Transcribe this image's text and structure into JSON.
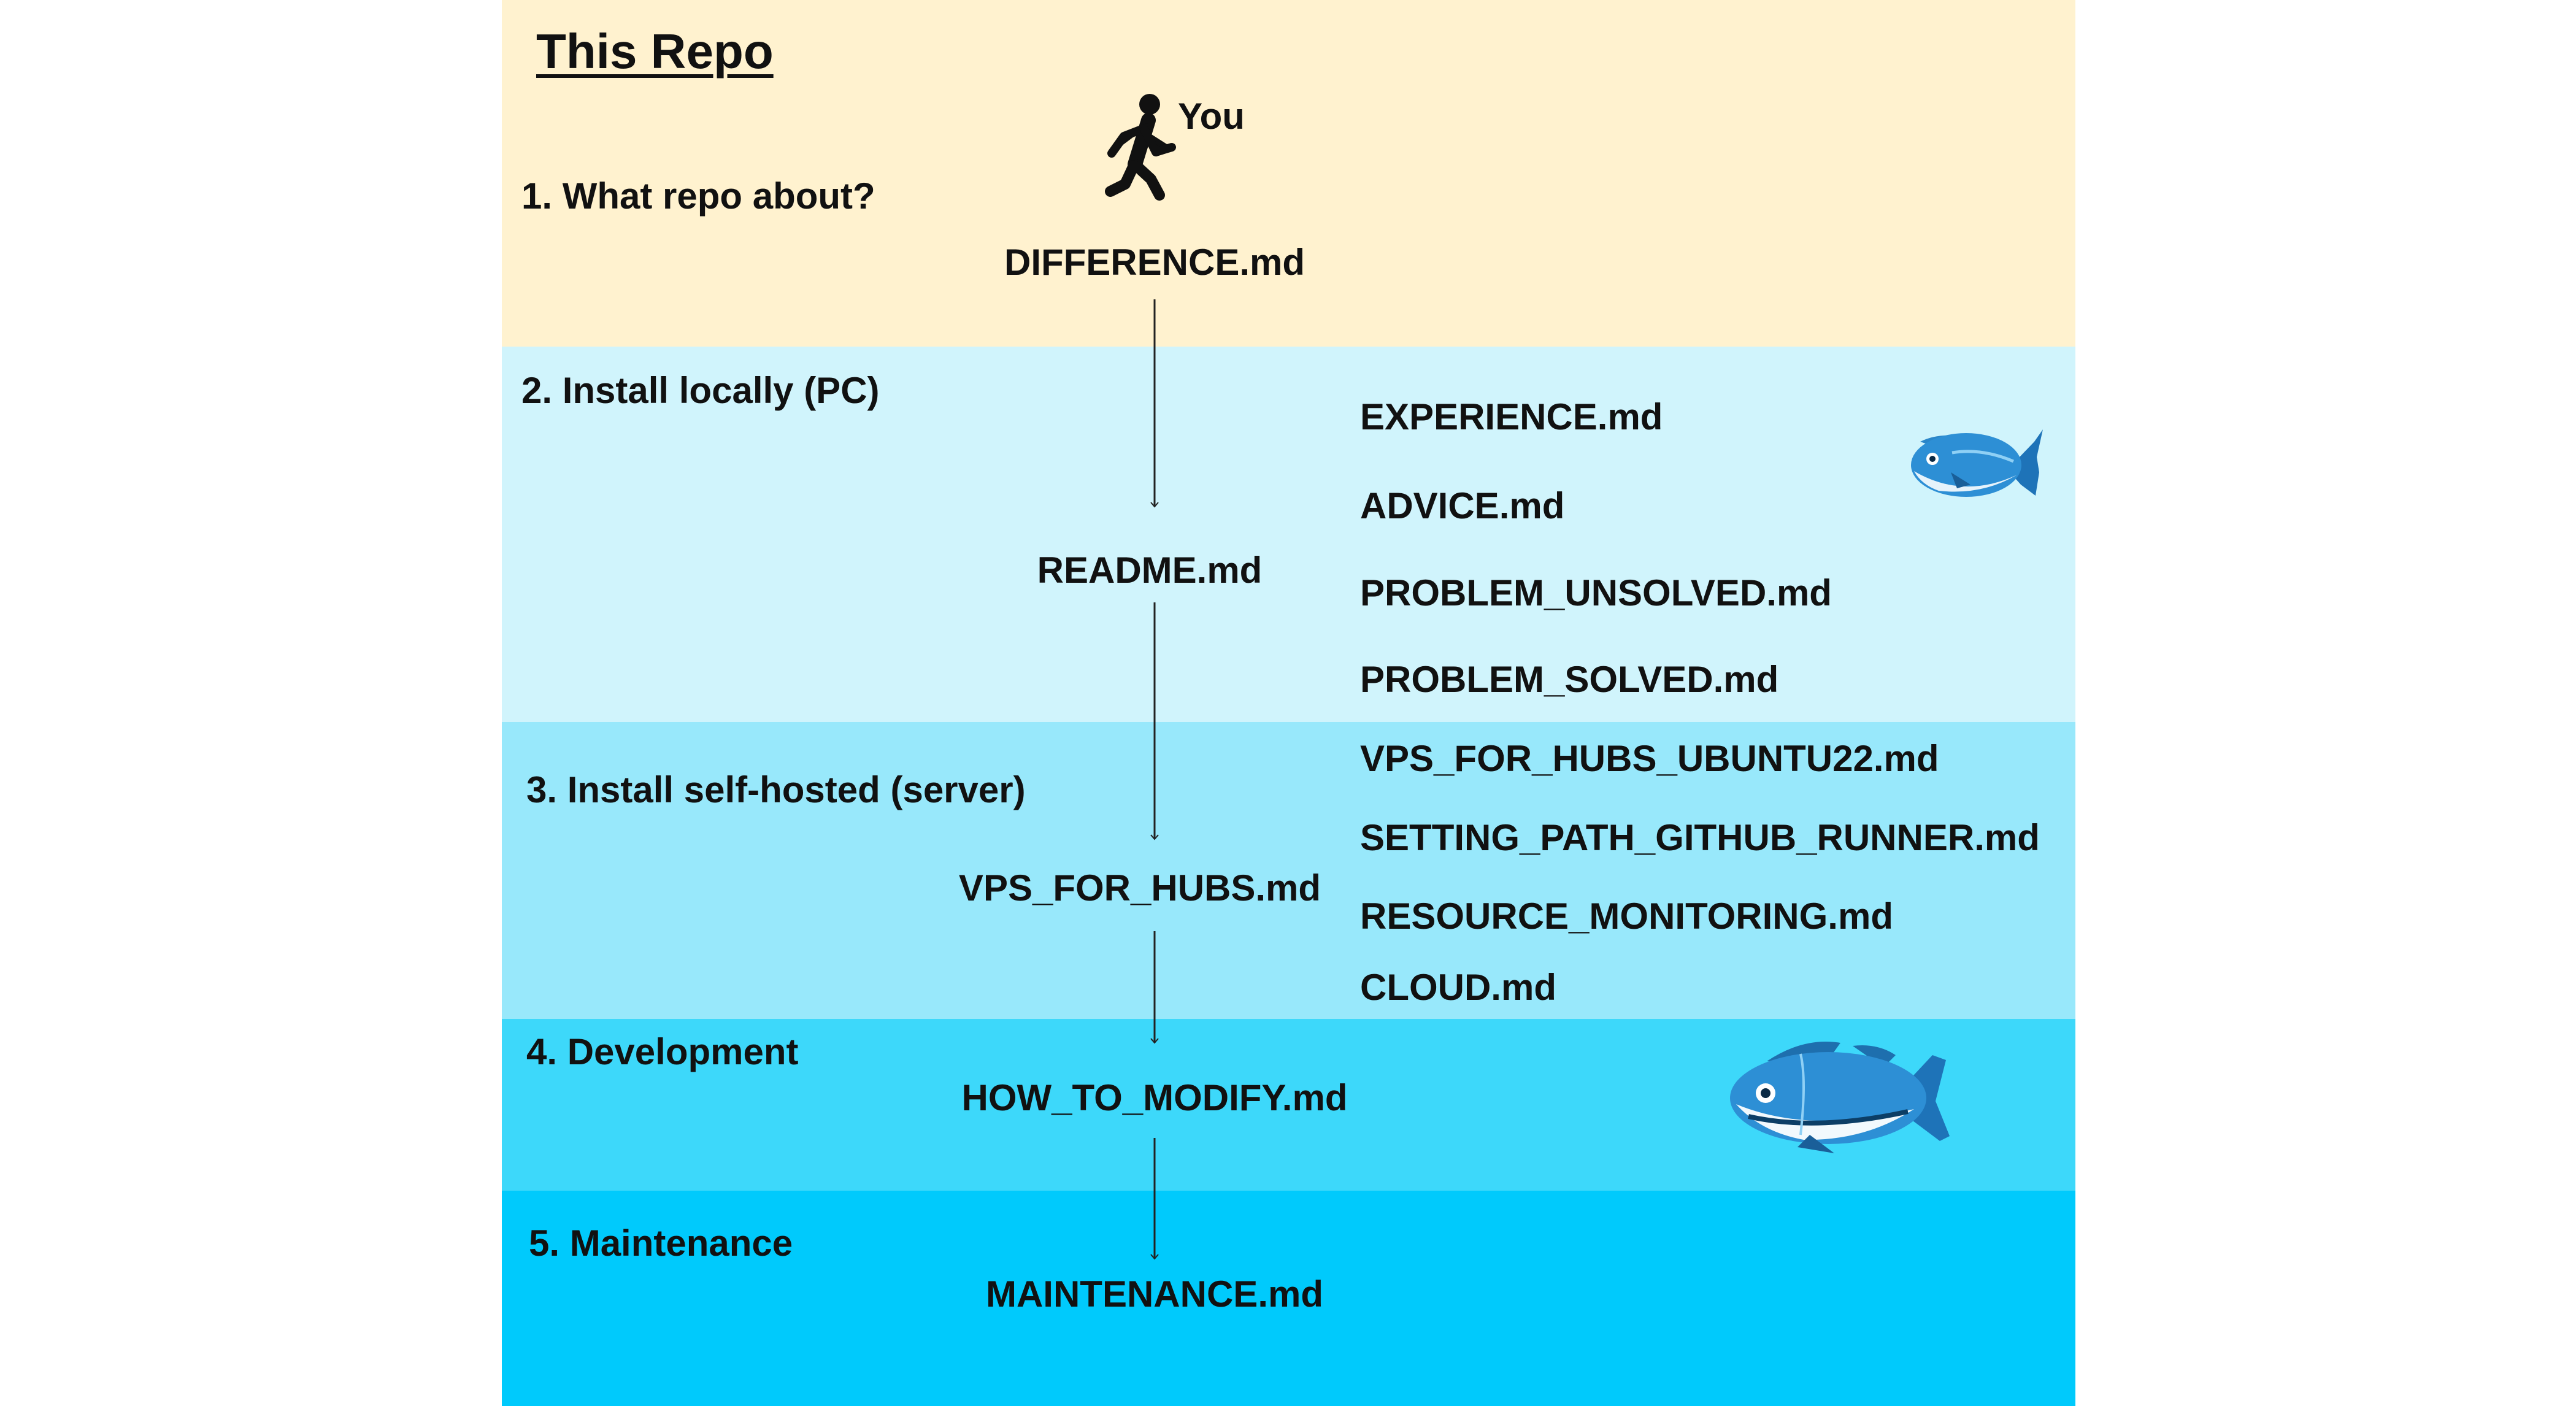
{
  "title": "This Repo",
  "person_label": "You",
  "colors": {
    "stage_1": "#fff2cf",
    "stage_2": "#d0f4fc",
    "stage_3": "#98e8fb",
    "stage_4": "#3dd8fa",
    "stage_5": "#00cafc",
    "text": "#111111",
    "arrow": "#222222"
  },
  "icons": [
    "person-walking-icon",
    "small-fish-icon",
    "large-fish-icon"
  ],
  "stages": [
    {
      "label": "1. What repo about?"
    },
    {
      "label": "2. Install locally (PC)"
    },
    {
      "label": "3. Install self-hosted (server)"
    },
    {
      "label": "4. Development"
    },
    {
      "label": "5. Maintenance"
    }
  ],
  "main_flow": [
    "DIFFERENCE.md",
    "README.md",
    "VPS_FOR_HUBS.md",
    "HOW_TO_MODIFY.md",
    "MAINTENANCE.md"
  ],
  "side_docs": {
    "local": [
      "EXPERIENCE.md",
      "ADVICE.md",
      "PROBLEM_UNSOLVED.md",
      "PROBLEM_SOLVED.md"
    ],
    "server": [
      "VPS_FOR_HUBS_UBUNTU22.md",
      "SETTING_PATH_GITHUB_RUNNER.md",
      "RESOURCE_MONITORING.md",
      "CLOUD.md"
    ]
  }
}
